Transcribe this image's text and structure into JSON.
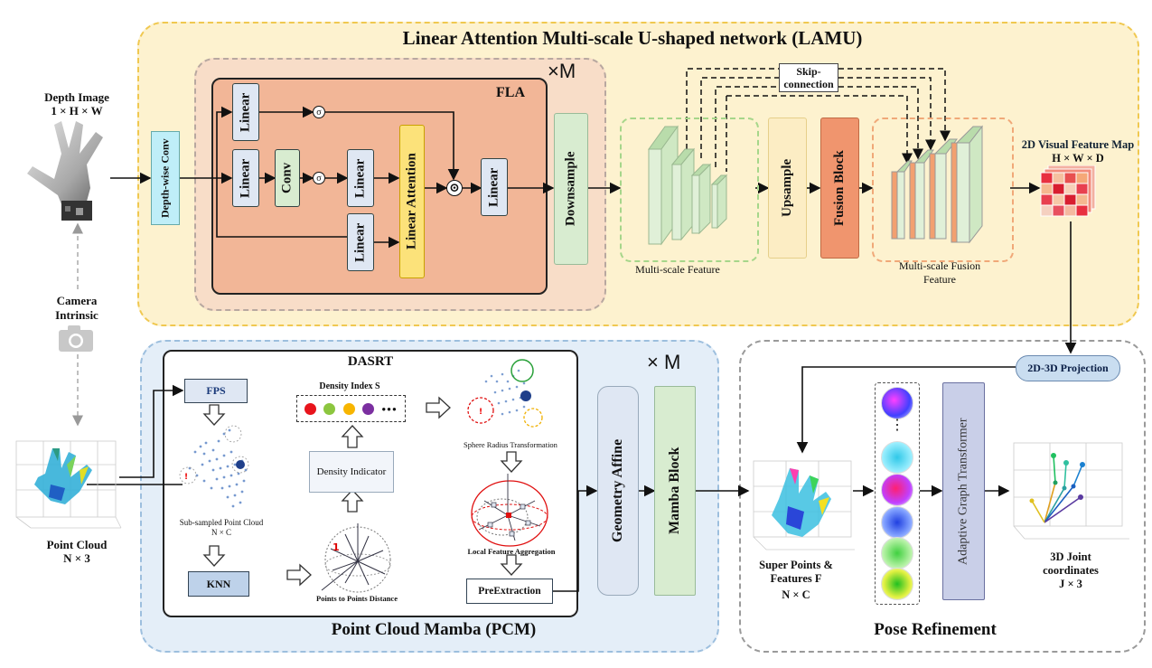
{
  "lamu": {
    "title": "Linear Attention Multi-scale U-shaped network (LAMU)",
    "repeat": "×M",
    "fla_title": "FLA",
    "depthwise": "Depth-wise Conv",
    "linear": "Linear",
    "conv": "Conv",
    "sigma": "σ",
    "odot": "⊙",
    "linear_attention": "Linear Attention",
    "downsample": "Downsample",
    "multiscale_feature": "Multi-scale Feature",
    "skip": "Skip-connection",
    "upsample": "Upsample",
    "fusion_block": "Fusion Block",
    "multiscale_fusion": "Multi-scale Fusion Feature",
    "feature_map_title": "2D Visual Feature Map",
    "feature_map_dim": "H × W × D"
  },
  "inputs": {
    "depth_title": "Depth Image",
    "depth_dim": "1 × H × W",
    "camera_title": "Camera Intrinsic",
    "pc_title": "Point Cloud",
    "pc_dim": "N × 3"
  },
  "pcm": {
    "title": "Point Cloud Mamba (PCM)",
    "repeat": "× M",
    "dasrt": "DASRT",
    "fps": "FPS",
    "subsampled": "Sub-sampled Point Cloud",
    "subsampled_dim": "N × C",
    "knn": "KNN",
    "p2p": "Points to Points Distance",
    "density_index": "Density Index S",
    "dots_more": "●●●",
    "density_indicator": "Density Indicator",
    "sphere_transform": "Sphere Radius Transformation",
    "local_agg": "Local Feature Aggregation",
    "preextraction": "PreExtraction",
    "geometry_affine": "Geometry Affine",
    "mamba_block": "Mamba Block",
    "density_colors": [
      "#e8141c",
      "#8cc63f",
      "#f7b500",
      "#7b2fa0"
    ]
  },
  "pose": {
    "title": "Pose Refinement",
    "projection": "2D-3D Projection",
    "super_points": "Super Points & Features F",
    "super_points_dim": "N × C",
    "agt": "Adaptive Graph Transformer",
    "vdots": "⋮",
    "joints": "3D  Joint coordinates",
    "joints_dim": "J × 3"
  },
  "colors": {
    "lamu_bg": "#fdf2cf",
    "pcm_bg": "#e4eef8",
    "fla_bg": "#f2b697",
    "linear_box": "#dfe7f3",
    "attention_box": "#fce27a",
    "green_box": "#d8ecd0",
    "fusion_box": "#f0956e"
  }
}
